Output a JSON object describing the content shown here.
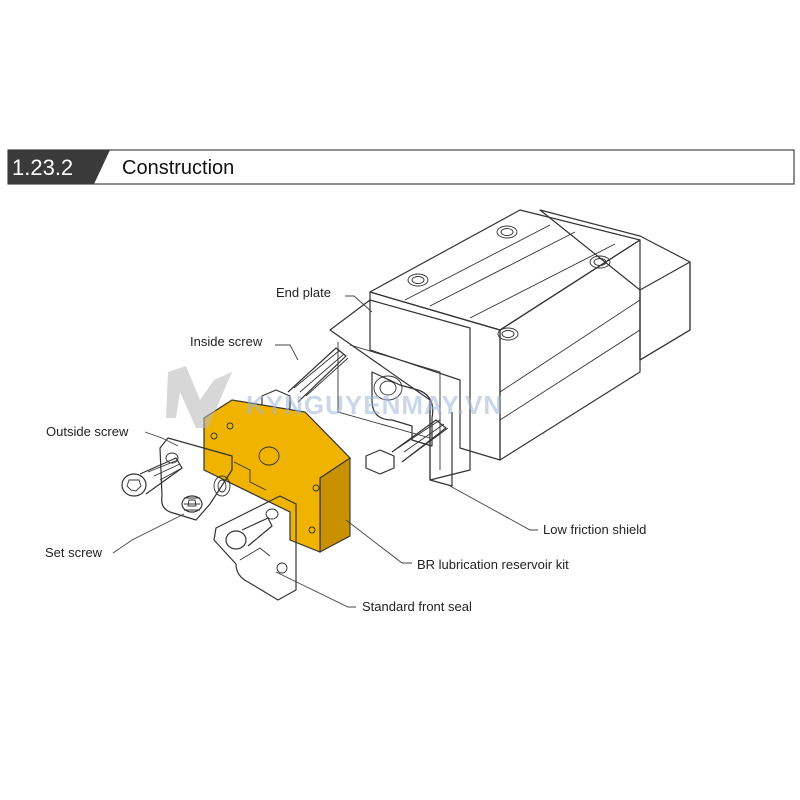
{
  "header": {
    "section_number": "1.23.2",
    "title": "Construction"
  },
  "watermark": {
    "text": "KYNGUYENMAY.VN"
  },
  "callouts": [
    {
      "id": "end-plate",
      "text": "End plate"
    },
    {
      "id": "inside-screw",
      "text": "Inside screw"
    },
    {
      "id": "outside-screw",
      "text": "Outside screw"
    },
    {
      "id": "set-screw",
      "text": "Set screw"
    },
    {
      "id": "low-friction-shield",
      "text": "Low friction shield"
    },
    {
      "id": "br-lubrication-reservoir-kit",
      "text": "BR lubrication reservoir kit"
    },
    {
      "id": "standard-front-seal",
      "text": "Standard front seal"
    }
  ],
  "colors": {
    "header_dark": "#3a3a3a",
    "reservoir_kit": "#f0b400",
    "reservoir_kit_side": "#c99100",
    "line": "#333333",
    "watermark": "#9fb7d6"
  }
}
